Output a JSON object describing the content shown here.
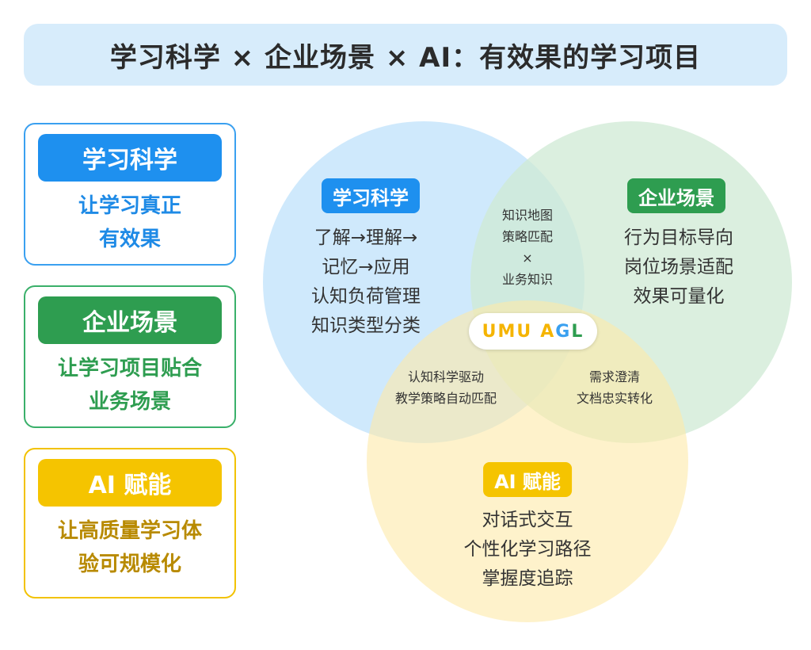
{
  "title": "学习科学 × 企业场景 × AI：有效果的学习项目",
  "colors": {
    "science": "#1e90ef",
    "business": "#2e9d50",
    "ai": "#f5c400"
  },
  "cards": {
    "science": {
      "tag": "学习科学",
      "desc": "让学习真正\n有效果"
    },
    "business": {
      "tag": "企业场景",
      "desc": "让学习项目贴合\n业务场景"
    },
    "ai": {
      "tag": "AI 赋能",
      "desc": "让高质量学习体\n验可规模化"
    }
  },
  "venn": {
    "science": {
      "tag": "学习科学",
      "items": "了解→理解→\n记忆→应用\n认知负荷管理\n知识类型分类"
    },
    "business": {
      "tag": "企业场景",
      "items": "行为目标导向\n岗位场景适配\n效果可量化"
    },
    "ai": {
      "tag": "AI 赋能",
      "items": "对话式交互\n个性化学习路径\n掌握度追踪"
    },
    "science_business": "知识地图\n策略匹配\n×\n业务知识",
    "science_ai": "认知科学驱动\n教学策略自动匹配",
    "business_ai": "需求澄清\n文档忠实转化",
    "center": {
      "logo_umu": "UMU",
      "logo_a": "A",
      "logo_g": "G",
      "logo_l": "L"
    }
  }
}
